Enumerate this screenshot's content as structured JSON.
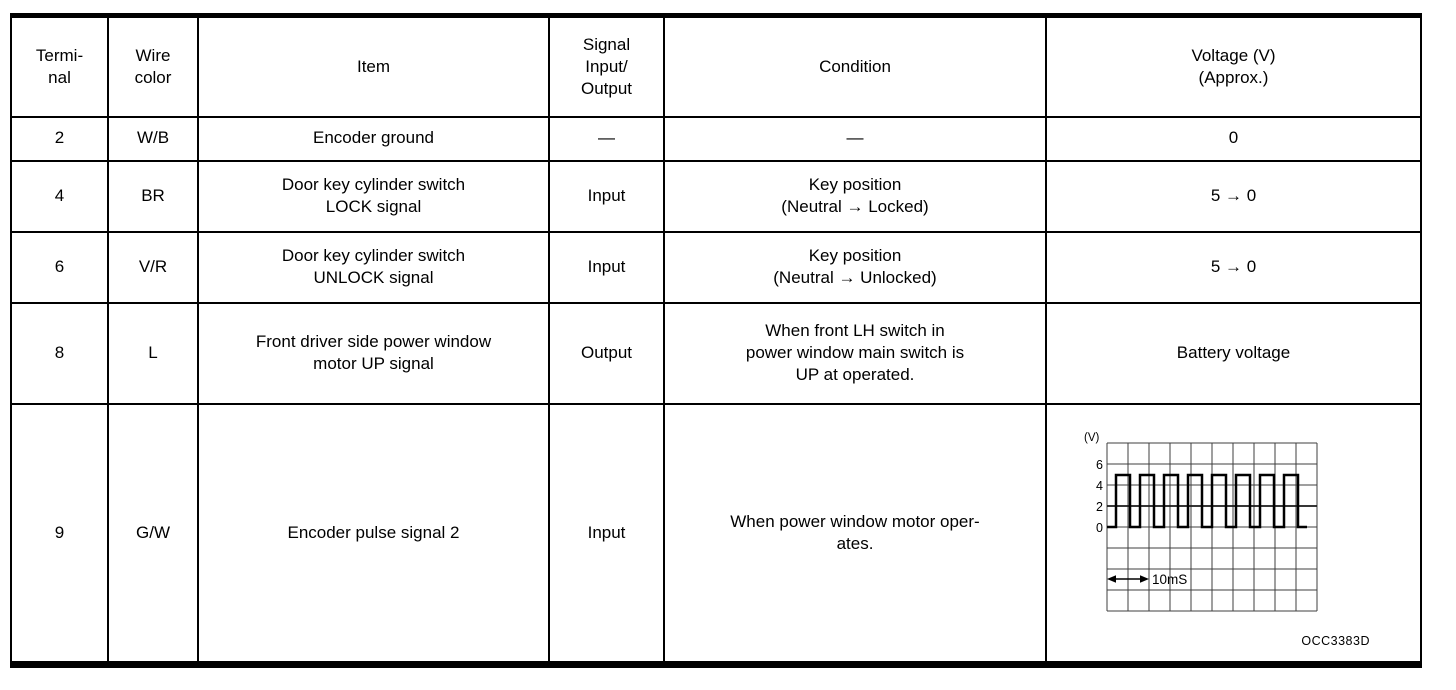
{
  "table": {
    "headers": [
      "Termi-\nnal",
      "Wire\ncolor",
      "Item",
      "Signal\nInput/\nOutput",
      "Condition",
      "Voltage (V)\n(Approx.)"
    ],
    "rows": [
      {
        "terminal": "2",
        "wire_color": "W/B",
        "item": "Encoder ground",
        "signal": "—",
        "condition": "—",
        "voltage": "0"
      },
      {
        "terminal": "4",
        "wire_color": "BR",
        "item": "Door key cylinder switch\nLOCK signal",
        "signal": "Input",
        "condition": "Key position\n(Neutral → Locked)",
        "voltage": "5 → 0"
      },
      {
        "terminal": "6",
        "wire_color": "V/R",
        "item": "Door key cylinder switch\nUNLOCK signal",
        "signal": "Input",
        "condition": "Key position\n(Neutral → Unlocked)",
        "voltage": "5 → 0"
      },
      {
        "terminal": "8",
        "wire_color": "L",
        "item": "Front driver side power window\nmotor UP signal",
        "signal": "Output",
        "condition": "When front LH switch in\npower window main switch is\nUP at operated.",
        "voltage": "Battery voltage"
      },
      {
        "terminal": "9",
        "wire_color": "G/W",
        "item": "Encoder pulse signal 2",
        "signal": "Input",
        "condition": "When power window motor oper-\nates.",
        "voltage": ""
      }
    ]
  },
  "waveform": {
    "v_unit_label": "(V)",
    "ticks": [
      "6",
      "4",
      "2",
      "0"
    ],
    "time_label": "10mS",
    "figure_code": "OCC3383D"
  },
  "chart_data": {
    "type": "line",
    "subtype": "oscilloscope-square-wave",
    "title": "",
    "xlabel": "",
    "ylabel": "(V)",
    "y_tick_labels": [
      6,
      4,
      2,
      0
    ],
    "y_volts_per_division": 2,
    "ylim": [
      -8,
      8
    ],
    "x_grid_divisions": 10,
    "y_grid_divisions": 8,
    "grid": true,
    "signal_low_v": 0,
    "signal_high_v": 5,
    "pulse_count": 8,
    "time_scale_annotation": "10mS",
    "time_scale_span_divisions": 2,
    "figure_code": "OCC3383D",
    "description": "Encoder pulse signal 2: square pulse train alternating between 0 V and approx. 5 V while power window motor operates; 10 ms marker spans two horizontal grid divisions."
  }
}
